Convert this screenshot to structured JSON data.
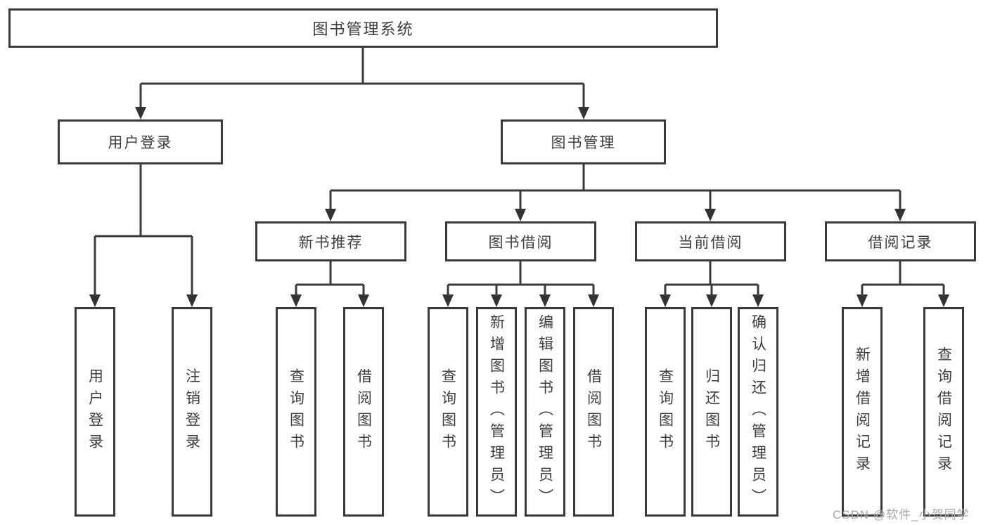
{
  "diagram": {
    "title": "图书管理系统",
    "watermark": "CSDN @软件_小贺同学",
    "colors": {
      "line": "#3a3a3a",
      "box_border": "#3a3a3a",
      "text": "#3d3d3d",
      "background": "#ffffff",
      "watermark": "#a6a6a6"
    },
    "tree": {
      "root": {
        "label": "图书管理系统"
      },
      "branches": [
        {
          "label": "用户登录",
          "leaves": [
            "用户登录",
            "注销登录"
          ]
        },
        {
          "label": "图书管理",
          "children": [
            {
              "label": "新书推荐",
              "leaves": [
                "查询图书",
                "借阅图书"
              ]
            },
            {
              "label": "图书借阅",
              "leaves": [
                "查询图书",
                "新增图书（管理员）",
                "编辑图书（管理员）",
                "借阅图书"
              ]
            },
            {
              "label": "当前借阅",
              "leaves": [
                "查询图书",
                "归还图书",
                "确认归还（管理员）"
              ]
            },
            {
              "label": "借阅记录",
              "leaves": [
                "新增借阅记录",
                "查询借阅记录"
              ]
            }
          ]
        }
      ]
    }
  }
}
